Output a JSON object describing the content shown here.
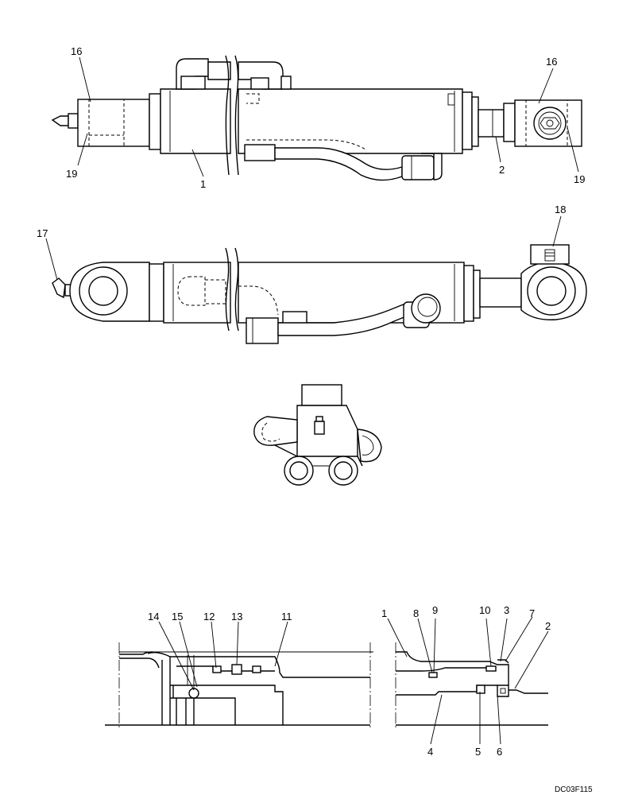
{
  "callouts": {
    "top": [
      "16",
      "19",
      "1",
      "16",
      "2",
      "19"
    ],
    "middle": [
      "17",
      "18"
    ],
    "detail": [
      "14",
      "15",
      "12",
      "13",
      "11",
      "1",
      "8",
      "9",
      "10",
      "3",
      "7",
      "2",
      "4",
      "5",
      "6"
    ]
  },
  "reference": "DC03F115"
}
